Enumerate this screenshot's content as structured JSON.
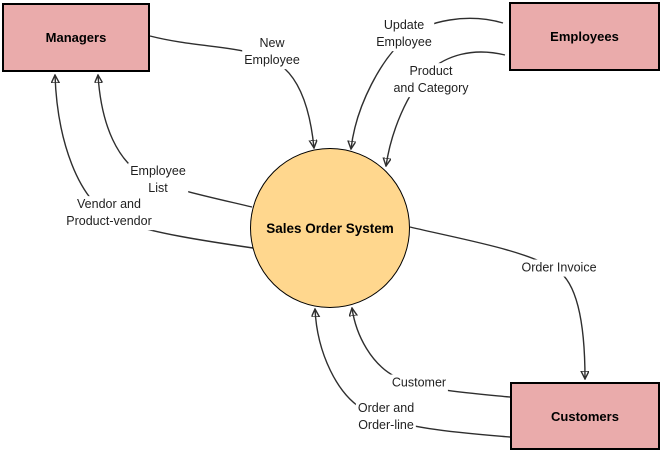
{
  "diagram": {
    "type": "data-flow-context-diagram",
    "colors": {
      "entity_fill": "#eaabab",
      "entity_border": "#000000",
      "process_fill": "#ffd78e",
      "process_border": "#000000",
      "edge_stroke": "#2e2e2e",
      "background": "#ffffff"
    },
    "process": {
      "label": "Sales Order System"
    },
    "entities": {
      "managers": {
        "label": "Managers"
      },
      "employees": {
        "label": "Employees"
      },
      "customers": {
        "label": "Customers"
      }
    },
    "flows": {
      "new_employee": {
        "label": "New\nEmployee",
        "from": "Managers",
        "to": "Sales Order System"
      },
      "update_employee": {
        "label": "Update\nEmployee",
        "from": "Employees",
        "to": "Sales Order System"
      },
      "product_and_category": {
        "label": "Product\nand Category",
        "from": "Employees",
        "to": "Sales Order System"
      },
      "employee_list": {
        "label": "Employee\nList",
        "from": "Sales Order System",
        "to": "Managers"
      },
      "vendor_and_product_vendor": {
        "label": "Vendor and\nProduct-vendor",
        "from": "Sales Order System",
        "to": "Managers"
      },
      "order_invoice": {
        "label": "Order Invoice",
        "from": "Sales Order System",
        "to": "Customers"
      },
      "customer": {
        "label": "Customer",
        "from": "Customers",
        "to": "Sales Order System"
      },
      "order_and_order_line": {
        "label": "Order and\nOrder-line",
        "from": "Customers",
        "to": "Sales Order System"
      }
    }
  }
}
